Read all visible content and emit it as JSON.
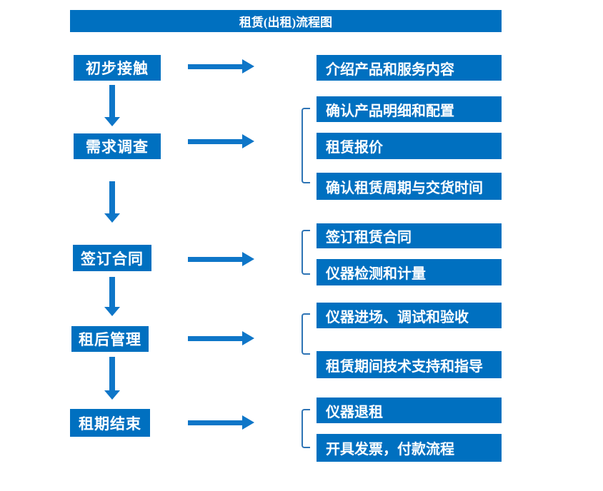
{
  "title": "租赁(出租)流程图",
  "colors": {
    "box_blue": "#0070C0",
    "arrow_blue": "#0E76C8",
    "bracket_blue": "#2E74B5",
    "text_white": "#FFFFFF"
  },
  "steps": [
    {
      "label": "初步接触",
      "details": [
        "介绍产品和服务内容"
      ]
    },
    {
      "label": "需求调查",
      "details": [
        "确认产品明细和配置",
        "租赁报价",
        "确认租赁周期与交货时间"
      ]
    },
    {
      "label": "签订合同",
      "details": [
        "签订租赁合同",
        "仪器检测和计量"
      ]
    },
    {
      "label": "租后管理",
      "details": [
        "仪器进场、调试和验收",
        "租赁期间技术支持和指导"
      ]
    },
    {
      "label": "租期结束",
      "details": [
        "仪器退租",
        "开具发票，付款流程"
      ]
    }
  ]
}
